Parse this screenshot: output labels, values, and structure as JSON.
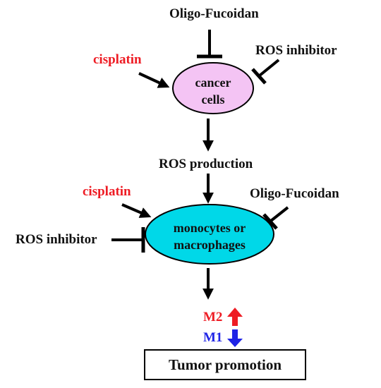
{
  "nodes": {
    "cancer_cells": {
      "line1": "cancer",
      "line2": "cells",
      "fill": "#f4c4f4"
    },
    "monocytes": {
      "line1": "monocytes or",
      "line2": "macrophages",
      "fill": "#00d8e8"
    },
    "tumor": "Tumor promotion"
  },
  "labels": {
    "oligo_top": "Oligo-Fucoidan",
    "ros_inhibitor_top": "ROS inhibitor",
    "cisplatin_top": "cisplatin",
    "ros_production": "ROS production",
    "cisplatin_mid": "cisplatin",
    "oligo_mid": "Oligo-Fucoidan",
    "ros_inhibitor_mid": "ROS inhibitor",
    "m2": "M2",
    "m1": "M1"
  },
  "colors": {
    "cisplatin": "#ee1c24",
    "m2": "#ee1c24",
    "m1": "#1f24e6",
    "up_arrow": "#ee1c24",
    "down_arrow": "#1f24e6"
  },
  "indicators": {
    "m2": "up-arrow",
    "m1": "down-arrow"
  }
}
